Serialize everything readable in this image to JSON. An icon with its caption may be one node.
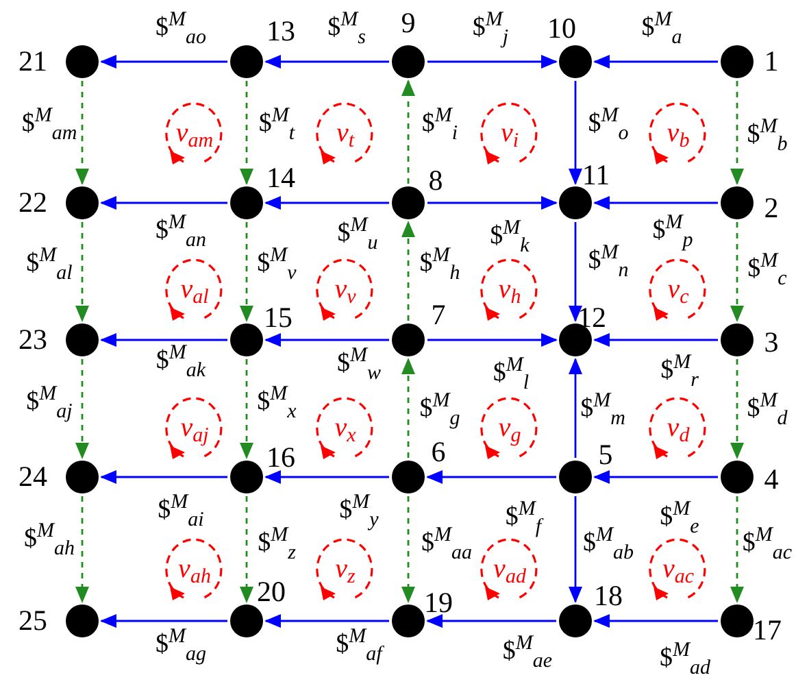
{
  "diagram": {
    "nodes": [
      {
        "text": [
          "21"
        ]
      },
      {
        "text": [
          "13"
        ]
      },
      {
        "text": [
          "9"
        ]
      },
      {
        "text": [
          "10"
        ]
      },
      {
        "text": [
          "1"
        ]
      },
      {
        "text": [
          "22"
        ]
      },
      {
        "text": [
          "14"
        ]
      },
      {
        "text": [
          "8"
        ]
      },
      {
        "text": [
          "11"
        ]
      },
      {
        "text": [
          "2"
        ]
      },
      {
        "text": [
          "23"
        ]
      },
      {
        "text": [
          "15"
        ]
      },
      {
        "text": [
          "7"
        ]
      },
      {
        "text": [
          "12"
        ]
      },
      {
        "text": [
          "3"
        ]
      },
      {
        "text": [
          "24"
        ]
      },
      {
        "text": [
          "16"
        ]
      },
      {
        "text": [
          "6"
        ]
      },
      {
        "text": [
          "5"
        ]
      },
      {
        "text": [
          "4"
        ]
      },
      {
        "text": [
          "25"
        ]
      },
      {
        "text": [
          "20"
        ]
      },
      {
        "text": [
          "19"
        ]
      },
      {
        "text": [
          "18"
        ]
      },
      {
        "text": [
          "17"
        ]
      },
      {
        "text": [
          "ν$_{am}$"
        ]
      },
      {
        "text": [
          "ν$_{t}$"
        ]
      },
      {
        "text": [
          "ν$_{i}$"
        ]
      },
      {
        "text": [
          "ν$_{b}$"
        ]
      },
      {
        "text": [
          "ν$_{al}$"
        ]
      },
      {
        "text": [
          "ν$_{v}$"
        ]
      },
      {
        "text": [
          "ν$_{h}$"
        ]
      },
      {
        "text": [
          "ν$_{c}$"
        ]
      },
      {
        "text": [
          "ν$_{aj}$"
        ]
      },
      {
        "text": [
          "ν$_{x}$"
        ]
      },
      {
        "text": [
          "ν$_{g}$"
        ]
      },
      {
        "text": [
          "ν$_{d}$"
        ]
      },
      {
        "text": [
          "ν$_{ah}$"
        ]
      },
      {
        "text": [
          "ν$_{z}$"
        ]
      },
      {
        "text": [
          "ν$_{ad}$"
        ]
      },
      {
        "text": [
          "ν$_{ac}$"
        ]
      }
    ],
    "edges": [
      {
        "from": 1,
        "to": 0,
        "arrow": "to",
        "label": "$$^{M}$$_{ao}$"
      },
      {
        "from": 2,
        "to": 1,
        "arrow": "to",
        "label": "$$^{M}$$_{s}$"
      },
      {
        "from": 2,
        "to": 3,
        "arrow": "to",
        "label": "$$^{M}$$_{j}$"
      },
      {
        "from": 4,
        "to": 3,
        "arrow": "to",
        "label": "$$^{M}$$_{a}$"
      },
      {
        "from": 0,
        "to": 5,
        "arrow": "to",
        "label": "$$^{M}$$_{am}$",
        "style": "dashed",
        "color": "#228b22"
      },
      {
        "from": 1,
        "to": 6,
        "arrow": "to",
        "label": "$$^{M}$$_{t}$",
        "style": "dashed",
        "color": "#228b22"
      },
      {
        "from": 7,
        "to": 2,
        "arrow": "to",
        "label": "$$^{M}$$_{i}$",
        "style": "dashed",
        "color": "#228b22"
      },
      {
        "from": 3,
        "to": 8,
        "arrow": "to",
        "label": "$$^{M}$$_{o}$"
      },
      {
        "from": 4,
        "to": 9,
        "arrow": "to",
        "label": "$$^{M}$$_{b}$",
        "style": "dashed",
        "color": "#228b22"
      },
      {
        "from": 6,
        "to": 5,
        "arrow": "to",
        "label": "$$^{M}$$_{an}$"
      },
      {
        "from": 7,
        "to": 6,
        "arrow": "to",
        "label": "$$^{M}$$_{u}$"
      },
      {
        "from": 7,
        "to": 8,
        "arrow": "to",
        "label": "$$^{M}$$_{k}$"
      },
      {
        "from": 9,
        "to": 8,
        "arrow": "to",
        "label": "$$^{M}$$_{p}$"
      },
      {
        "from": 5,
        "to": 10,
        "arrow": "to",
        "label": "$$^{M}$$_{al}$",
        "style": "dashed",
        "color": "#228b22"
      },
      {
        "from": 6,
        "to": 11,
        "arrow": "to",
        "label": "$$^{M}$$_{v}$",
        "style": "dashed",
        "color": "#228b22"
      },
      {
        "from": 12,
        "to": 7,
        "arrow": "to",
        "label": "$$^{M}$$_{h}$",
        "style": "dashed",
        "color": "#228b22"
      },
      {
        "from": 8,
        "to": 13,
        "arrow": "to",
        "label": "$$^{M}$$_{n}$"
      },
      {
        "from": 9,
        "to": 14,
        "arrow": "to",
        "label": "$$^{M}$$_{c}$",
        "style": "dashed",
        "color": "#228b22"
      },
      {
        "from": 11,
        "to": 10,
        "arrow": "to",
        "label": "$$^{M}$$_{ak}$"
      },
      {
        "from": 12,
        "to": 11,
        "arrow": "to",
        "label": "$$^{M}$$_{w}$"
      },
      {
        "from": 12,
        "to": 13,
        "arrow": "to",
        "label": "$$^{M}$$_{l}$"
      },
      {
        "from": 14,
        "to": 13,
        "arrow": "to",
        "label": "$$^{M}$$_{r}$"
      },
      {
        "from": 10,
        "to": 15,
        "arrow": "to",
        "label": "$$^{M}$$_{aj}$",
        "style": "dashed",
        "color": "#228b22"
      },
      {
        "from": 11,
        "to": 16,
        "arrow": "to",
        "label": "$$^{M}$$_{x}$",
        "style": "dashed",
        "color": "#228b22"
      },
      {
        "from": 17,
        "to": 12,
        "arrow": "to",
        "label": "$$^{M}$$_{g}$",
        "style": "dashed",
        "color": "#228b22"
      },
      {
        "from": 18,
        "to": 13,
        "arrow": "to",
        "label": "$$^{M}$$_{m}$"
      },
      {
        "from": 14,
        "to": 19,
        "arrow": "to",
        "label": "$$^{M}$$_{d}$",
        "style": "dashed",
        "color": "#228b22"
      },
      {
        "from": 16,
        "to": 15,
        "arrow": "to",
        "label": "$$^{M}$$_{ai}$"
      },
      {
        "from": 17,
        "to": 16,
        "arrow": "to",
        "label": "$$^{M}$$_{y}$"
      },
      {
        "from": 18,
        "to": 17,
        "arrow": "to",
        "label": "$$^{M}$$_{f}$"
      },
      {
        "from": 19,
        "to": 18,
        "arrow": "to",
        "label": "$$^{M}$$_{e}$"
      },
      {
        "from": 15,
        "to": 20,
        "arrow": "to",
        "label": "$$^{M}$$_{ah}$",
        "style": "dashed",
        "color": "#228b22"
      },
      {
        "from": 16,
        "to": 21,
        "arrow": "to",
        "label": "$$^{M}$$_{z}$",
        "style": "dashed",
        "color": "#228b22"
      },
      {
        "from": 17,
        "to": 22,
        "arrow": "to",
        "label": "$$^{M}$$_{aa}$",
        "style": "dashed",
        "color": "#228b22"
      },
      {
        "from": 18,
        "to": 23,
        "arrow": "to",
        "label": "$$^{M}$$_{ab}$"
      },
      {
        "from": 19,
        "to": 24,
        "arrow": "to",
        "label": "$$^{M}$$_{ac}$",
        "style": "dashed",
        "color": "#228b22"
      },
      {
        "from": 21,
        "to": 20,
        "arrow": "to",
        "label": "$$^{M}$$_{ag}$"
      },
      {
        "from": 22,
        "to": 21,
        "arrow": "to",
        "label": "$$^{M}$$_{af}$"
      },
      {
        "from": 23,
        "to": 22,
        "arrow": "to",
        "label": "$$^{M}$$_{ae}$"
      },
      {
        "from": 24,
        "to": 23,
        "arrow": "to",
        "label": "$$^{M}$$_{ad}$"
      }
    ]
  }
}
